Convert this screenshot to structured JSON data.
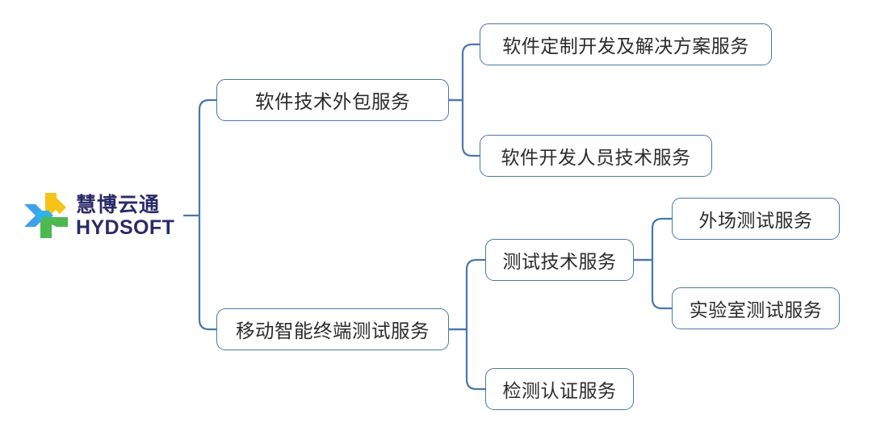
{
  "brand": {
    "name_cn": "慧博云通",
    "name_en": "HYDSOFT",
    "mark_name": "hydsoft-pinwheel-logo",
    "colors": {
      "text": "#2b2a68",
      "blue": "#3fa0e8",
      "yellow": "#f6c418",
      "green": "#4cb953",
      "light_blue": "#31b0e8"
    }
  },
  "diagram": {
    "type": "tree",
    "orientation": "left-to-right",
    "colors": {
      "node_border": "#4a76ad",
      "node_fill": "#ffffff",
      "node_text": "#2b2b2b",
      "connector": "#4a76ad",
      "background": "#ffffff"
    },
    "root": {
      "label_cn": "慧博云通",
      "label_en": "HYDSOFT"
    },
    "branches": [
      {
        "id": "software-outsourcing",
        "label": "软件技术外包服务",
        "children": [
          {
            "id": "custom-dev-solutions",
            "label": "软件定制开发及解决方案服务",
            "children": []
          },
          {
            "id": "dev-staff-tech-service",
            "label": "软件开发人员技术服务",
            "children": []
          }
        ]
      },
      {
        "id": "mobile-terminal-testing",
        "label": "移动智能终端测试服务",
        "children": [
          {
            "id": "testing-tech-service",
            "label": "测试技术服务",
            "children": [
              {
                "id": "field-testing",
                "label": "外场测试服务"
              },
              {
                "id": "lab-testing",
                "label": "实验室测试服务"
              }
            ]
          },
          {
            "id": "inspection-certification",
            "label": "检测认证服务",
            "children": []
          }
        ]
      }
    ]
  }
}
